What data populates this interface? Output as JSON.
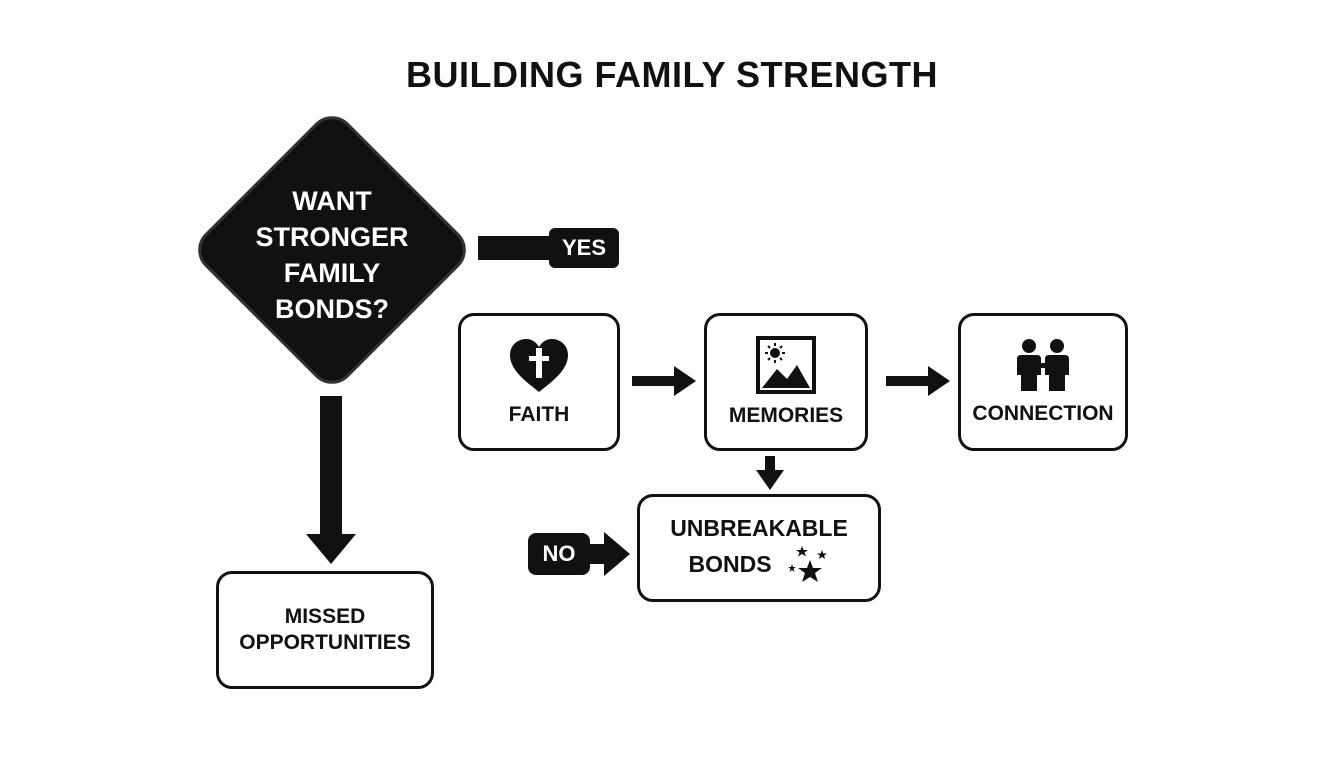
{
  "title": "BUILDING FAMILY STRENGTH",
  "decision": {
    "text": "WANT\nSTRONGER\nFAMILY\nBONDS?",
    "yes_label": "YES",
    "no_label": "NO"
  },
  "nodes": {
    "faith": {
      "label": "FAITH",
      "icon": "heart-cross-icon"
    },
    "memories": {
      "label": "MEMORIES",
      "icon": "picture-icon"
    },
    "connection": {
      "label": "CONNECTION",
      "icon": "people-icon"
    },
    "unbreakable": {
      "line1": "UNBREAKABLE",
      "line2": "BONDS",
      "icon": "stars-icon"
    },
    "missed": {
      "line1": "MISSED",
      "line2": "OPPORTUNITIES"
    }
  },
  "colors": {
    "ink": "#111111",
    "background": "#fdfdfd",
    "node_fill": "#ffffff"
  }
}
